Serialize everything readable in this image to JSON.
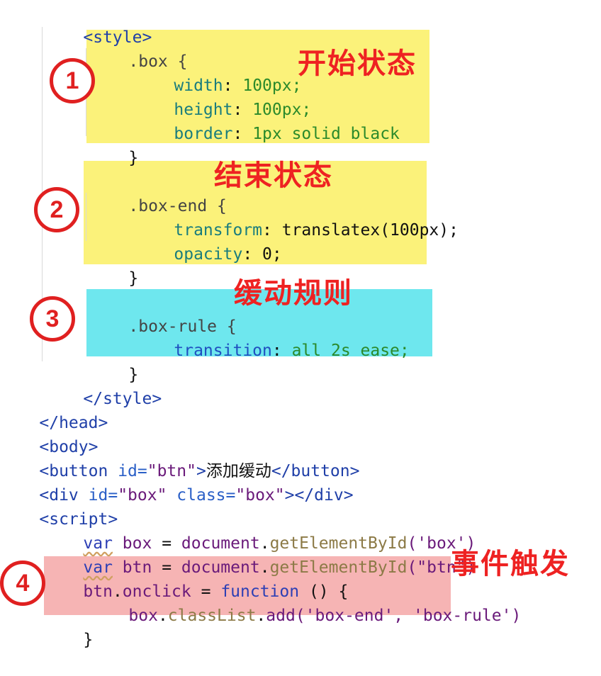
{
  "code": {
    "style_open": "<style>",
    "box_selector": ".box {",
    "box_width_prop": "width",
    "box_width_val": "100px;",
    "box_height_prop": "height",
    "box_height_val": "100px;",
    "box_border_prop": "border",
    "box_border_val": "1px solid black",
    "box_close": "}",
    "box_end_selector": ".box-end {",
    "box_end_transform_prop": "transform",
    "box_end_transform_val": "translatex(100px);",
    "box_end_opacity_prop": "opacity",
    "box_end_opacity_val": "0;",
    "box_end_close": "}",
    "box_rule_selector": ".box-rule {",
    "box_rule_transition_prop": "transition",
    "box_rule_transition_val": "all 2s ease;",
    "box_rule_close": "}",
    "style_close": "</style>",
    "head_close": "</head>",
    "body_open": "<body>",
    "button_open_tag": "<button",
    "button_attr": "id=",
    "button_attr_val": "\"btn\"",
    "button_gt": ">",
    "button_text": "添加缓动",
    "button_close_tag": "</button>",
    "div_open_tag": "<div",
    "div_id_attr": "id=",
    "div_id_val": "\"box\"",
    "div_class_attr": "class=",
    "div_class_val": "\"box\"",
    "div_close_tag": "></div>",
    "script_open": "<script>",
    "var_kw": "var",
    "box_var": "box",
    "equals": "=",
    "document_word": "document",
    "dot": ".",
    "get_el_fn": "getElementById",
    "get_box_arg": "('box')",
    "btn_var": "btn",
    "get_btn_arg": "(\"btn\")",
    "btn_obj": "btn",
    "onclick_prop": "onclick",
    "function_kw": "function",
    "fn_parens": "() {",
    "box_obj": "box",
    "classlist": "classList",
    "add_fn": "add",
    "add_args": "('box-end', 'box-rule')",
    "closing_brace": "}"
  },
  "annotations": {
    "badge_1": "1",
    "badge_2": "2",
    "badge_3": "3",
    "badge_4": "4",
    "note_start_state": "开始状态",
    "note_end_state": "结束状态",
    "note_easing_rule": "缓动规则",
    "note_event_trigger": "事件触发"
  },
  "colors": {
    "highlight_yellow": "#fbf27a",
    "highlight_cyan": "#6ee7ee",
    "highlight_pink": "#f6b4b4",
    "annotation_red": "#e02020"
  }
}
